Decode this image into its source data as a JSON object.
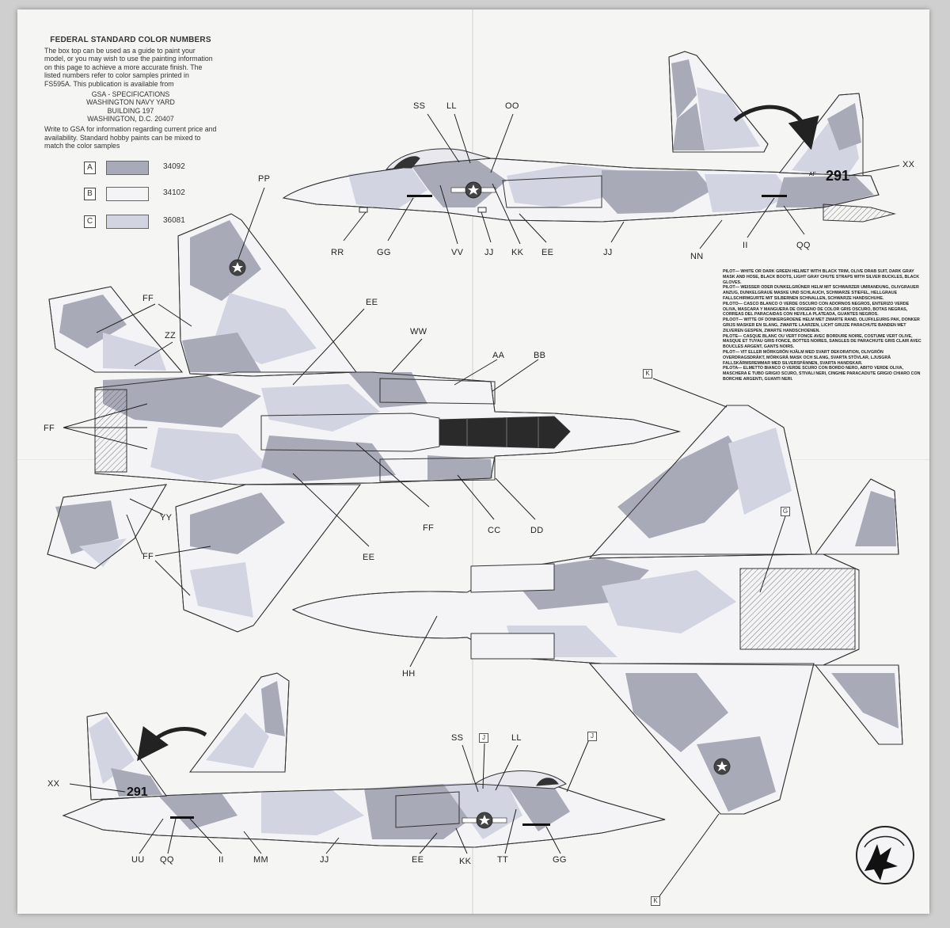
{
  "colors": {
    "A": "#a9aab8",
    "B": "#f4f4f6",
    "C": "#d2d4e2",
    "line": "#333333"
  },
  "fsc": {
    "title": "FEDERAL STANDARD COLOR NUMBERS",
    "intro": "The box top can be used as a guide to paint your model, or you may wish to use the painting information on this page to achieve a more accurate finish. The listed numbers refer to color samples printed in FS595A. This publication is available from",
    "address": [
      "GSA - SPECIFICATIONS",
      "WASHINGTON NAVY YARD",
      "BUILDING 197",
      "WASHINGTON, D.C. 20407"
    ],
    "outro": "Write to GSA for information regarding current price and availability. Standard hobby paints can be mixed to match the color samples",
    "swatches": [
      {
        "box": "A",
        "code": "34092",
        "color": "#a9aab8"
      },
      {
        "box": "B",
        "code": "34102",
        "color": "#f4f4f6"
      },
      {
        "box": "C",
        "code": "36081",
        "color": "#d2d4e2"
      }
    ]
  },
  "pilot_text": [
    "PILOT— WHITE OR DARK GREEN HELMET WITH BLACK TRIM, OLIVE DRAB SUIT, DARK GRAY MASK AND HOSE, BLACK BOOTS, LIGHT GRAY CHUTE STRAPS WITH SILVER BUCKLES, BLACK GLOVES.",
    "PILOT— WEISSER ODER DUNKELGRÜNER HELM MIT SCHWARZER UMRANDUNG, OLIVGRAUER ANZUG, DUNKELGRAUE MASKE UND SCHLAUCH, SCHWARZE STIEFEL, HELLGRAUE FALLSCHIRMGURTE MIT SILBERNEN SCHNALLEN, SCHWARZE HANDSCHUHE.",
    "PILOTO— CASCO BLANCO O VERDE OSCURO CON ADORNOS NEGROS, ENTERIZO VERDE OLIVA, MASCARA Y MANGUERA DE OXIGENO DE COLOR GRIS OSCURO, BOTAS NEGRAS, CORREAS DEL PARACAIDAS CON HEVILLA PLATEADA, GUANTES NEGROS.",
    "PILOOT— WITTE OF DONKERGROENE HELM MET ZWARTE RAND, OLIJFKLEURIG PAK, DONKER GRIJS MASKER EN SLANG, ZWARTE LAARZEN, LICHT GRIJZE PARACHUTE BANDEN MET ZILVEREN GESPEN, ZWARTE HANDSCHOENEN.",
    "PILOTE— CASQUE BLANC OU VERT FONCE AVEC BORDURE NOIRE, COSTUME VERT OLIVE, MASQUE ET TUYAU GRIS FONCE, BOTTES NOIRES, SANGLES DE PARACHUTE GRIS CLAIR AVEC BOUCLES ARGENT, GANTS NOIRS.",
    "PILOT— VIT ELLER MÖRKGRÖN HJÄLM MED SVART DEKORATION, OLIVGRÖN OVERDRAGSDRÄKT, MÖRKGRÅ MASK OCH SLANG, SVARTA STÖVLAR, LJUSGRÅ FALLSKÄRMSREMMAR MED SILVERSPÄNNEN, SVARTA HANDSKAR.",
    "PILOTA— ELMETTO BIANCO O VERDE SCURO CON BORDO NERO, ABITO VERDE OLIVA, MASCHERA E TUBO GRIGIO SCURO, STIVALI NERI, CINGHIE PARACADUTE GRIGIO CHIARO CON BORCHIE ARGENTI, GUANTI NERI."
  ],
  "tail_code": "291",
  "tail_prefix": "AF",
  "labels": {
    "SS1": "SS",
    "LL1": "LL",
    "OO": "OO",
    "XX1": "XX",
    "RR": "RR",
    "GG1": "GG",
    "VV": "VV",
    "JJ1": "JJ",
    "KK1": "KK",
    "EE1": "EE",
    "JJ2": "JJ",
    "NN": "NN",
    "II1": "II",
    "QQ1": "QQ",
    "PP": "PP",
    "FF1": "FF",
    "ZZ": "ZZ",
    "EE2": "EE",
    "WW": "WW",
    "AA": "AA",
    "BB": "BB",
    "FF2": "FF",
    "FF3": "FF",
    "CC": "CC",
    "DD": "DD",
    "YY": "YY",
    "FF4": "FF",
    "EE3": "EE",
    "HH": "HH",
    "SS2": "SS",
    "LL2": "LL",
    "XX2": "XX",
    "UU": "UU",
    "QQ2": "QQ",
    "II2": "II",
    "MM": "MM",
    "JJ3": "JJ",
    "EE4": "EE",
    "KK2": "KK",
    "TT": "TT",
    "GG2": "GG"
  },
  "boxes": {
    "K1": "K",
    "K2": "K",
    "G": "G",
    "J1": "J",
    "J2": "J"
  }
}
